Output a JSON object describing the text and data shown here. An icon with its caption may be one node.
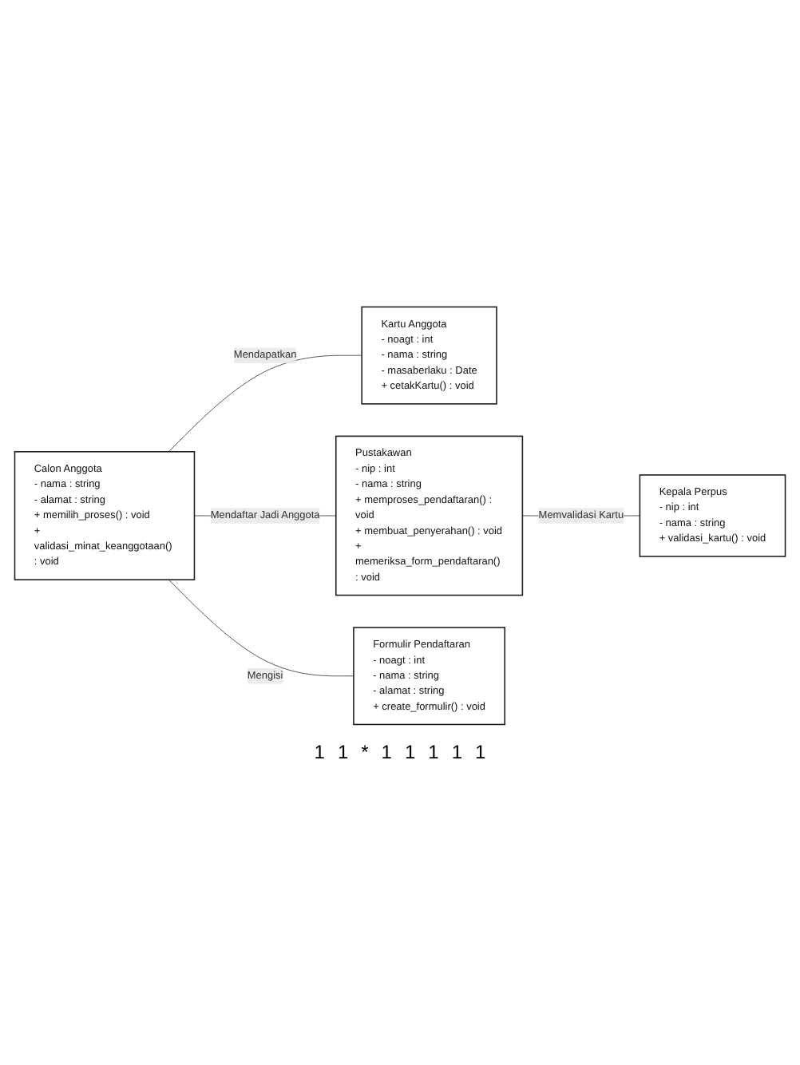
{
  "diagram": {
    "nodes": [
      {
        "text": [
          "Kartu Anggota",
          "- noagt : int",
          "- nama : string",
          "- masaberlaku : Date",
          "+ cetakKartu() : void"
        ]
      },
      {
        "text": [
          "Calon Anggota",
          "- nama : string",
          "- alamat : string",
          "+ memilih_proses() : void",
          "+ validasi_minat_keanggotaan() : void"
        ]
      },
      {
        "text": [
          "Pustakawan",
          "- nip : int",
          "- nama : string",
          "+ memproses_pendaftaran() : void",
          "+ membuat_penyerahan() : void",
          "+ memeriksa_form_pendaftaran() : void"
        ]
      },
      {
        "text": [
          "Formulir Pendaftaran",
          "- noagt : int",
          "- nama : string",
          "- alamat : string",
          "+ create_formulir() : void"
        ]
      },
      {
        "text": [
          "Kepala Perpus",
          "- nip : int",
          "- nama : string",
          "+ validasi_kartu() : void"
        ]
      }
    ],
    "edges": [
      {
        "from": 1,
        "to": 0,
        "label": "Mendapatkan",
        "arrow": "none"
      },
      {
        "from": 1,
        "to": 2,
        "label": "Mendaftar Jadi Anggota",
        "arrow": "none"
      },
      {
        "from": 1,
        "to": 3,
        "label": "Mengisi",
        "arrow": "none"
      },
      {
        "from": 2,
        "to": 4,
        "label": "Memvalidasi Kartu",
        "arrow": "none"
      }
    ],
    "labels": [
      "1",
      "1",
      "*",
      "1",
      "1",
      "1",
      "1",
      "1"
    ]
  }
}
